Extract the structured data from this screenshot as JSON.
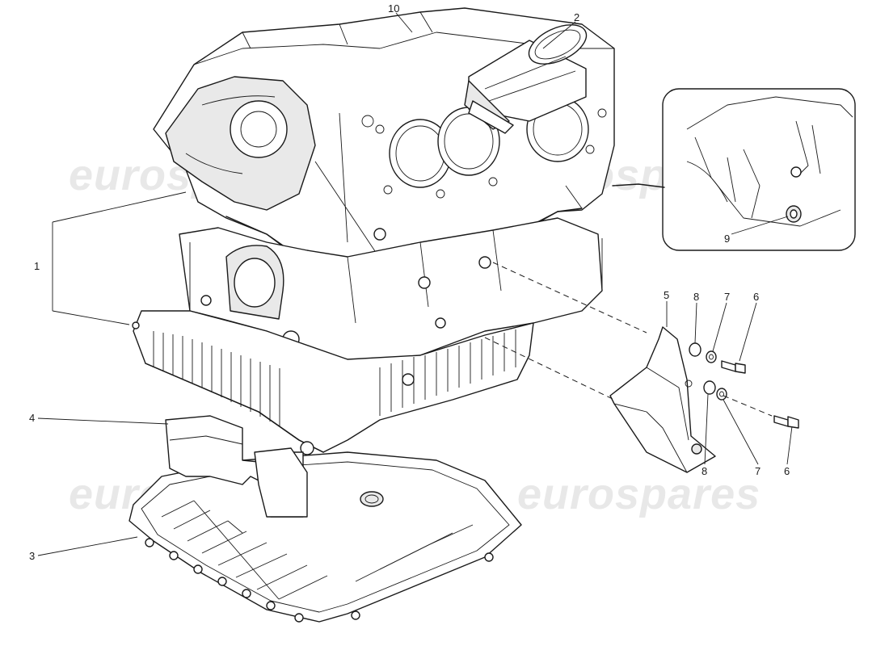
{
  "watermark": {
    "text": "eurospares",
    "color": "#d6d6d6"
  },
  "callouts": {
    "c1": "1",
    "c2": "2",
    "c3": "3",
    "c4": "4",
    "c5": "5",
    "c6a": "6",
    "c6b": "6",
    "c7a": "7",
    "c7b": "7",
    "c8a": "8",
    "c8b": "8",
    "c9": "9",
    "c10": "10"
  }
}
